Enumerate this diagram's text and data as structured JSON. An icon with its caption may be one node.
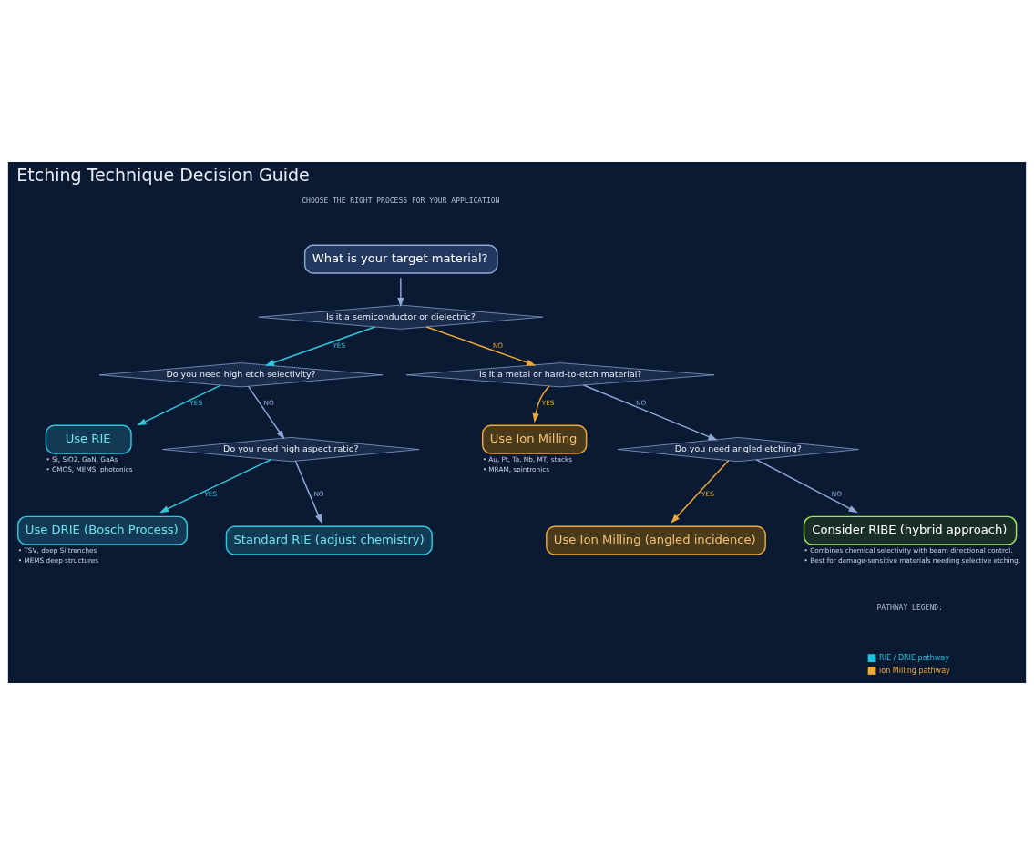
{
  "diagram": {
    "title": "Etching Technique Decision Guide",
    "nodes": [
      {
        "text": [
          "What is your target material?"
        ]
      },
      {
        "text": [
          "Is it a semiconductor or dielectric?"
        ]
      },
      {
        "text": [
          "Do you need high etch selectivity?"
        ]
      },
      {
        "text": [
          "Use RIE"
        ],
        "beside": [
          "• Si, SiO2, GaN, GaAs",
          "• CMOS, MEMS, photonics"
        ]
      },
      {
        "text": [
          "Do you need high aspect ratio?"
        ]
      },
      {
        "text": [
          "Use DRIE (Bosch Process)"
        ],
        "beside": [
          "• TSV, deep Si trenches",
          "• MEMS deep structures"
        ]
      },
      {
        "text": [
          "Standard RIE (adjust chemistry)"
        ]
      },
      {
        "text": [
          "Is it a metal or hard-to-etch material?"
        ]
      },
      {
        "text": [
          "Use Ion Milling"
        ],
        "beside": [
          "• Au, Pt, Ta, Nb, MTJ stacks",
          "• MRAM, spintronics"
        ]
      },
      {
        "text": [
          "Do you need angled etching?"
        ]
      },
      {
        "text": [
          "Use Ion Milling (angled incidence)"
        ]
      },
      {
        "text": [
          "Consider RIBE (hybrid approach)"
        ],
        "beside": [
          "• Combines chemical selectivity with beam directional control.",
          "• Best for damage-sensitive materials needing selective etching."
        ]
      }
    ],
    "edges": [
      {
        "from": 0,
        "to": 1,
        "arrow": "to"
      },
      {
        "from": 1,
        "to": 2,
        "arrow": "to",
        "label": "YES",
        "color": "#2ec8e0"
      },
      {
        "from": 1,
        "to": 7,
        "arrow": "to",
        "label": "NO",
        "color": "#f0a838"
      },
      {
        "from": 2,
        "to": 3,
        "arrow": "to",
        "label": "YES",
        "color": "#2ec8e0"
      },
      {
        "from": 2,
        "to": 4,
        "arrow": "to",
        "label": "NO"
      },
      {
        "from": 4,
        "to": 5,
        "arrow": "to",
        "label": "YES",
        "color": "#2ec8e0"
      },
      {
        "from": 4,
        "to": 6,
        "arrow": "to",
        "label": "NO"
      },
      {
        "from": 7,
        "to": 8,
        "arrow": "to",
        "label": "YES",
        "color": "#f0a838"
      },
      {
        "from": 7,
        "to": 9,
        "arrow": "to",
        "label": "NO"
      },
      {
        "from": 9,
        "to": 10,
        "arrow": "to",
        "label": "YES",
        "color": "#f0a838"
      },
      {
        "from": 9,
        "to": 11,
        "arrow": "to",
        "label": "NO"
      }
    ],
    "labels": [
      "CHOOSE THE RIGHT PROCESS FOR YOUR APPLICATION",
      "PATHWAY LEGEND:"
    ],
    "legend": [
      {
        "text": "RIE / DRIE pathway",
        "color": "#1fc4dc"
      },
      {
        "text": "ion Milling pathway",
        "color": "#f0a838"
      }
    ]
  }
}
